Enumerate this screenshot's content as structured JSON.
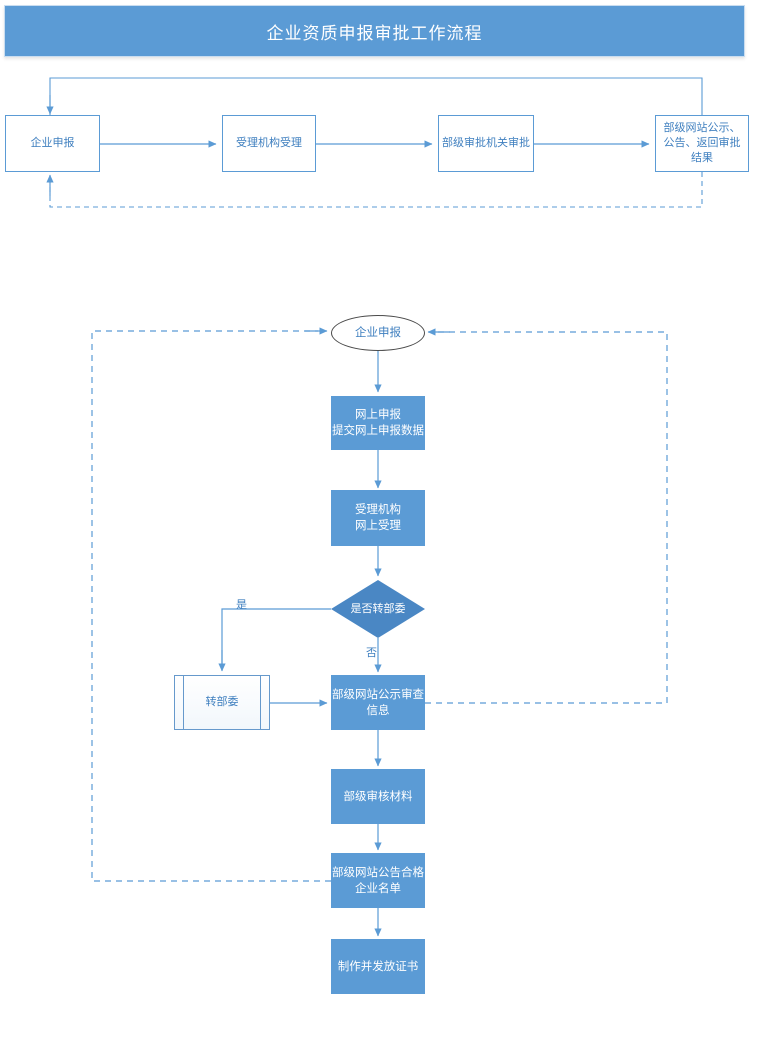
{
  "header": {
    "title": "企业资质申报审批工作流程",
    "background_color": "#5B9BD5",
    "text_color": "#FFFFFF"
  },
  "palette": {
    "accent_blue": "#5B9BD5",
    "diamond_blue": "#4A87C4",
    "line_blue": "#5B9BD5",
    "outline_text": "#3F7FBF",
    "white": "#FFFFFF"
  },
  "top_flow": {
    "type": "linear-process-with-feedback",
    "nodes": [
      {
        "id": "t1",
        "label": "企业申报",
        "shape": "rect-outline"
      },
      {
        "id": "t2",
        "label": "受理机构受理",
        "shape": "rect-outline"
      },
      {
        "id": "t3",
        "label": "部级审批机关审批",
        "shape": "rect-outline"
      },
      {
        "id": "t4",
        "label": "部级网站公示、公告、返回审批结果",
        "shape": "rect-outline"
      }
    ],
    "edges": [
      {
        "from": "t1",
        "to": "t2",
        "style": "solid",
        "label": ""
      },
      {
        "from": "t2",
        "to": "t3",
        "style": "solid",
        "label": ""
      },
      {
        "from": "t3",
        "to": "t4",
        "style": "solid",
        "label": ""
      },
      {
        "from": "t1",
        "to": "t4",
        "style": "solid-top-loop",
        "label": ""
      },
      {
        "from": "t4",
        "to": "t1",
        "style": "dashed-bottom-loop",
        "label": ""
      }
    ]
  },
  "main_flow": {
    "type": "flowchart",
    "nodes": [
      {
        "id": "m1",
        "label": "企业申报",
        "shape": "oval"
      },
      {
        "id": "m2",
        "label_line1": "网上申报",
        "label_line2": "提交网上申报数据",
        "shape": "rect-filled"
      },
      {
        "id": "m3",
        "label_line1": "受理机构",
        "label_line2": "网上受理",
        "shape": "rect-filled"
      },
      {
        "id": "m4",
        "label": "是否转部委",
        "shape": "diamond"
      },
      {
        "id": "m5",
        "label": "转部委",
        "shape": "predefined-process"
      },
      {
        "id": "m6",
        "label_line1": "部级网站公示审查",
        "label_line2": "信息",
        "shape": "rect-filled"
      },
      {
        "id": "m7",
        "label": "部级审核材料",
        "shape": "rect-filled"
      },
      {
        "id": "m8",
        "label_line1": "部级网站公告合格",
        "label_line2": "企业名单",
        "shape": "rect-filled"
      },
      {
        "id": "m9",
        "label": "制作并发放证书",
        "shape": "rect-filled"
      }
    ],
    "edges": [
      {
        "from": "m1",
        "to": "m2",
        "style": "solid"
      },
      {
        "from": "m2",
        "to": "m3",
        "style": "solid"
      },
      {
        "from": "m3",
        "to": "m4",
        "style": "solid"
      },
      {
        "from": "m4",
        "to": "m5",
        "style": "solid",
        "label": "是"
      },
      {
        "from": "m4",
        "to": "m6",
        "style": "solid",
        "label": "否"
      },
      {
        "from": "m5",
        "to": "m6",
        "style": "solid"
      },
      {
        "from": "m6",
        "to": "m7",
        "style": "solid"
      },
      {
        "from": "m7",
        "to": "m8",
        "style": "solid"
      },
      {
        "from": "m8",
        "to": "m9",
        "style": "solid"
      },
      {
        "from": "m6",
        "to": "m1",
        "style": "dashed-right-loop"
      },
      {
        "from": "m8",
        "to": "m1",
        "style": "dashed-left-loop"
      }
    ],
    "branch_labels": {
      "yes": "是",
      "no": "否"
    }
  }
}
